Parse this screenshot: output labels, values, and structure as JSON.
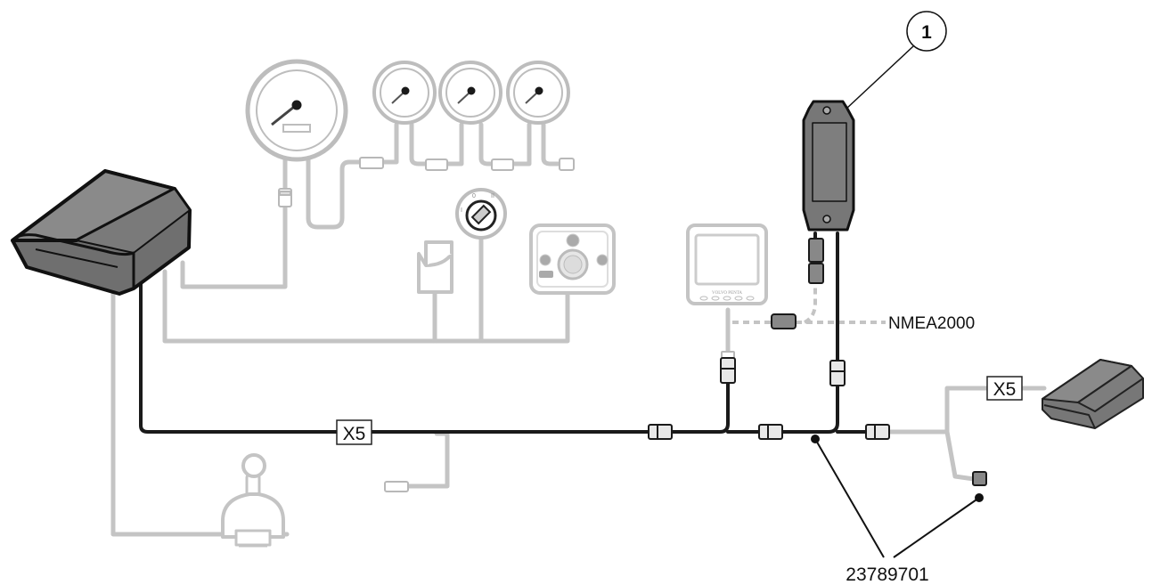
{
  "labels": {
    "callout_number": "1",
    "nmea": "NMEA2000",
    "x5_left": "X5",
    "x5_right": "X5",
    "part_number": "23789701",
    "display_brand": "VOLVO PENTA",
    "key_positions": "0 I II"
  },
  "colors": {
    "grey_wiring": "#c4c4c4",
    "black_wiring": "#1a1a1a",
    "ecu_body": "#7a7a7a",
    "interface_box": "#777777"
  }
}
